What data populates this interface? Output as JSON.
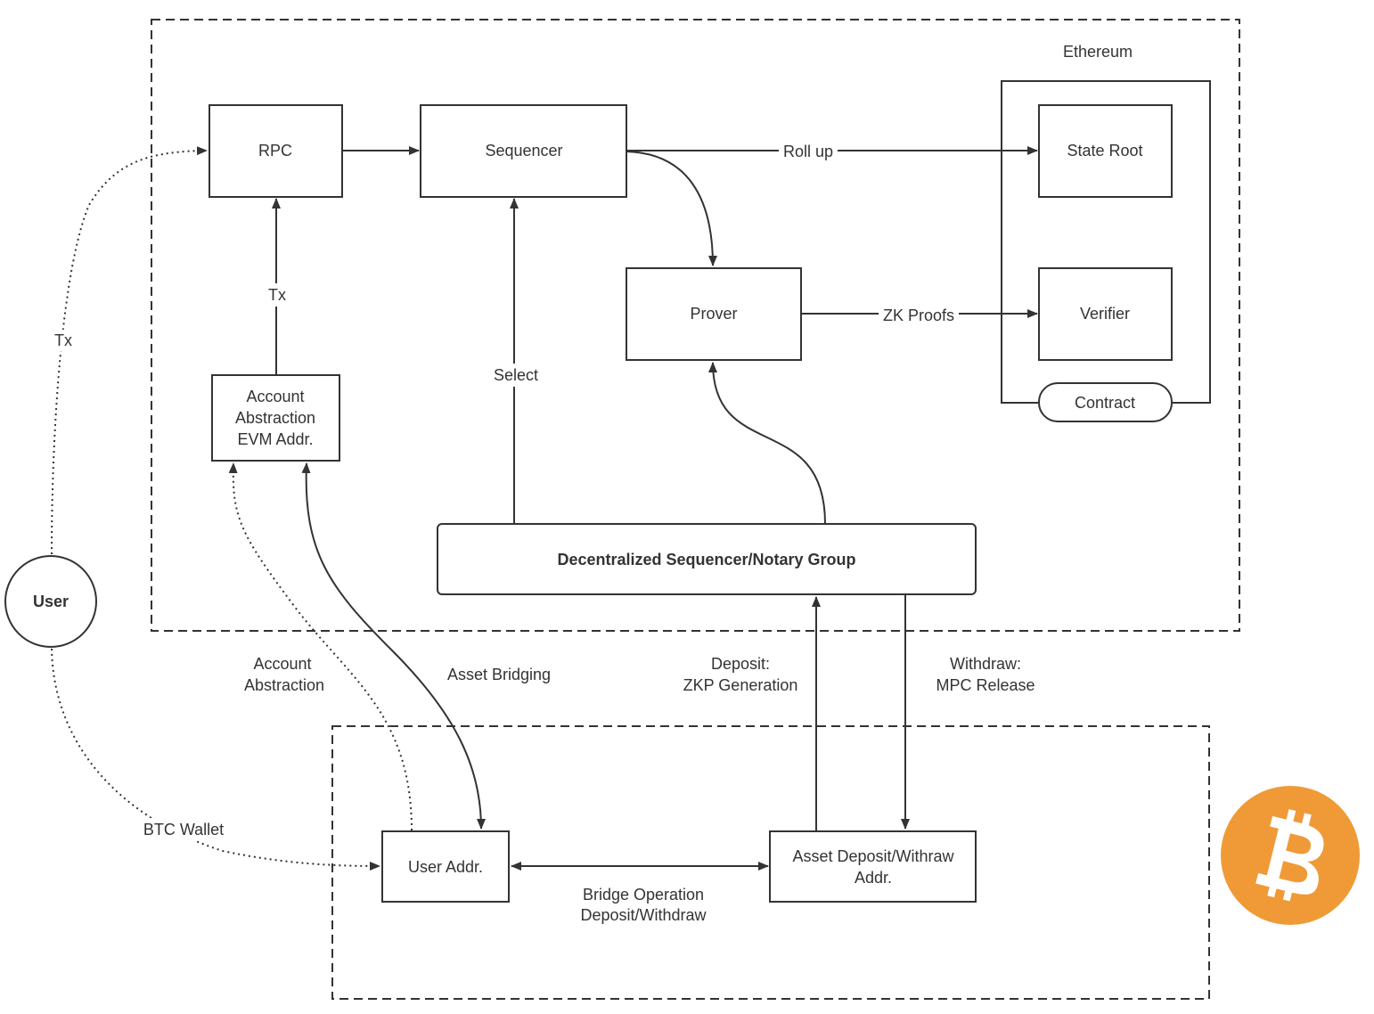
{
  "regions": {
    "ethereum_label": "Ethereum"
  },
  "nodes": {
    "rpc": "RPC",
    "sequencer": "Sequencer",
    "state_root": "State Root",
    "prover": "Prover",
    "verifier": "Verifier",
    "contract": "Contract",
    "account_abstraction": [
      "Account",
      "Abstraction",
      "EVM Addr."
    ],
    "notary_group": "Decentralized Sequencer/Notary Group",
    "user": "User",
    "user_addr": "User Addr.",
    "asset_addr": [
      "Asset Deposit/Withraw",
      "Addr."
    ]
  },
  "edges": {
    "rollup": "Roll up",
    "zk_proofs": "ZK Proofs",
    "tx_inner": "Tx",
    "select": "Select",
    "tx_user": "Tx",
    "btc_wallet": "BTC Wallet",
    "account_abstraction": [
      "Account",
      "Abstraction"
    ],
    "asset_bridging": "Asset Bridging",
    "deposit": [
      "Deposit:",
      "ZKP Generation"
    ],
    "withdraw": [
      "Withdraw:",
      "MPC Release"
    ],
    "bridge_operation": [
      "Bridge Operation",
      "Deposit/Withdraw"
    ]
  },
  "colors": {
    "stroke": "#333333",
    "bitcoin_orange": "#F09A37",
    "background": "#ffffff"
  },
  "icons": {
    "bitcoin": "bitcoin-logo"
  }
}
